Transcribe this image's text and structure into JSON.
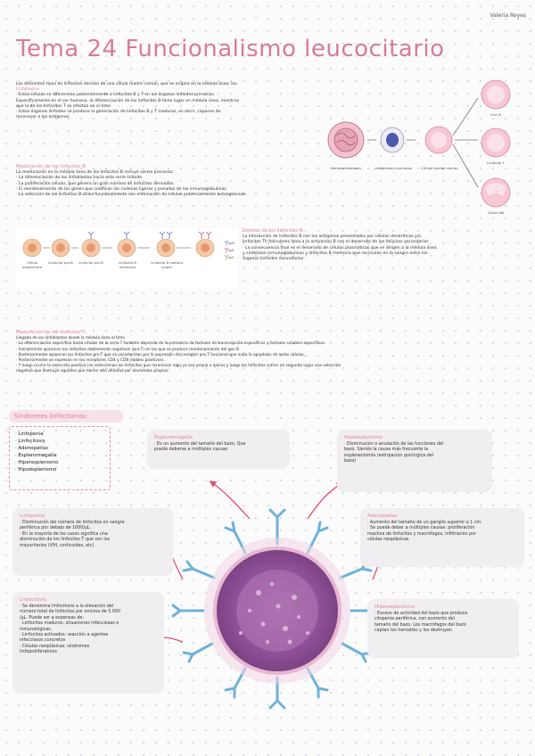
{
  "author": "Valeria Reyes",
  "title": "Tema 24 Funcionalismo leucocitario",
  "intro": {
    "lines": [
      "Los diferentes tipos de linfocitos derivan de una célula madre común, que se origina en la médula ósea: los",
      "linfoblastos",
      "· Estas células se diferencian posteriormente a linfocitos B y T en los órganos linfoides primarios.",
      "Específicamente en el ser humano, la diferenciación de los linfocitos B tiene lugar en médula ósea, mientras",
      "que la de los linfocitos T se efectúa en el timo",
      "· Estos órganos linfoides se produce la generación de linfocitos B y T maduros, es decir, capaces de",
      "reconocer a los antígenos."
    ]
  },
  "top_figure": {
    "labels": [
      "Hematocitoblasto",
      "Linfoblasto / precursor",
      "Célula linfoide común"
    ],
    "right_labels": [
      "Linf. B",
      "Linfocito T",
      "Célula NK"
    ]
  },
  "maduracion_b": {
    "title": "Maduración de los linfocitos B:",
    "lines": [
      "La maduración en la médula ósea de los linfocitos B incluye varios procesos:",
      "· La diferenciación de los linfoblastos hacia esta serie linfoide",
      "· La proliferación celular, que genera un gran número de linfocitos derivados",
      "· El reordenamiento de los genes que codifican las cadenas ligeras y pesadas de las inmunoglobulinas",
      "· La selección de los linfocitos B útiles funcionalmente con eliminación de células potencialmente autoagresivas"
    ]
  },
  "b_figure": {
    "labels": [
      "Célula progenitora",
      "Linfocito pro-B",
      "Linfocito pre-B",
      "Linfocito B inmaduro",
      "Linfocito B maduro virgen"
    ],
    "legend": [
      "IgM",
      "IgD",
      "IgG"
    ]
  },
  "destino_b": {
    "title": "Destino de los linfocitos B:",
    "lines": [
      "La interacción de linfocitos B con los antígenos presentados por células dendríticas y/o",
      "linfocitos Th foliculares lleva a la activación B con el desarrollo de los folículos secundarios",
      "· La consecuencia final es el desarrollo de células plasmáticas que se dirigen a la médula ósea",
      "y sintetizan inmunoglobulinas y linfocitos B memoria que recirculan en la sangre entre los",
      "órganos linfoides secundarios"
    ]
  },
  "maduracion_t": {
    "title": "Maduración de los linfocitos T:",
    "lines": [
      "Llegada de los linfoblastos desde la médula ósea al timo",
      "· La diferenciación específica hacia células de la serie T también depende de la presencia de factores de transcripción específicos y factores solubles específicos.",
      "· Inicialmente aparecen los linfocitos doblemente negativos (pro-T) en los que se produce reordenamiento del gen B",
      "· Posteriormente aparecen los linfocitos pre-T que se caracterizan por la expresión del receptor pre T funcional que evita la apoptosis de estas células.",
      "· Posteriormente se expresan en los receptores CD4 y CD8 (dobles positivos).",
      "· Y luego ocurre la selección positiva (se seleccionan los linfocitos que reconocen algo ya sea propio o ajeno) y luego los linfocitos sufren en segundo lugar una selección",
      "negativa que destruye aquellos que tienen alta afinidad por elementos propios."
    ]
  },
  "sindromes": {
    "title": "Síndromes linfocitarios:",
    "items": [
      "· Linfopenia",
      "· Linfocitosis",
      "· Adenopatías",
      "· Esplenomegalia",
      "· Hiperesplenismo",
      "· Hipoesplenismo"
    ]
  },
  "cards": {
    "esplenomegalia": {
      "title": "Esplenomegalia",
      "lines": [
        "· Es un aumento del tamaño del bazo. Que",
        "puede deberse a múltiples causas"
      ]
    },
    "hipoesplenismo": {
      "title": "Hipoesplenismo",
      "lines": [
        "· Disminución o anulación de las funciones del",
        "bazo. Siendo la causa más frecuente la",
        "esplenectomía (extirpación quirúrgica del",
        "bazo)"
      ]
    },
    "linfopenia": {
      "title": "Linfopenia",
      "lines": [
        "· Disminución del número de linfocitos en sangre",
        "periférica por debajo de 1000/µL.",
        "· En la mayoría de los casos significa una",
        "disminución de los linfocitos T que son los",
        "mayoritarios (VIH, corticoides, etc)"
      ]
    },
    "adenopatias": {
      "title": "Adenopatías",
      "lines": [
        "· Aumento del tamaño de un ganglio superior a 1 cm.",
        "· Se puede deber a múltiples causas: proliferación",
        "reactiva de linfocitos y macrófagos, infiltración por",
        "células neoplásicas"
      ]
    },
    "linfocitosis": {
      "title": "Linfocitosis",
      "lines": [
        "· Se denomina linfocitosis a la elevación del",
        "número total de linfocitos por encima de 5.000",
        "/µL. Puede ser a expensas de:",
        "· Linfocitos maduros: situaciones infecciosas e",
        "inmunológicas.",
        "· Linfocitos activados: reacción a agentes",
        "infecciosos concretos",
        "· Células neoplásicas: síndromes",
        "linfoproliferativos"
      ]
    },
    "hiperesplenismo": {
      "title": "Hiperesplenismo",
      "lines": [
        "· Exceso de actividad del bazo que produce",
        "citopenia periférica, con aumento del",
        "tamaño del bazo. Los macrófagos del bazo",
        "captan los hematíes y los destruyen"
      ]
    }
  }
}
